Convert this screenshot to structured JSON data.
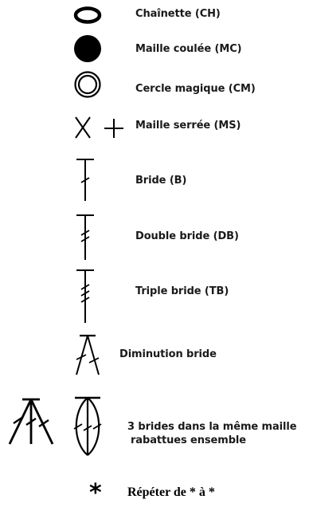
{
  "legend": {
    "items": [
      {
        "symbol": "chain-oval",
        "label": "Chaînette (CH)"
      },
      {
        "symbol": "filled-dot",
        "label": "Maille coulée (MC)"
      },
      {
        "symbol": "magic-ring",
        "label": "Cercle magique (CM)"
      },
      {
        "symbol": "x-and-plus",
        "label": "Maille serrée (MS)"
      },
      {
        "symbol": "t-one-slash",
        "label": "Bride (B)"
      },
      {
        "symbol": "t-two-slashes",
        "label": "Double bride (DB)"
      },
      {
        "symbol": "t-three-slashes",
        "label": "Triple bride (TB)"
      },
      {
        "symbol": "decrease-fan",
        "label": "Diminution bride"
      },
      {
        "symbol": "cluster-three",
        "label_line1": "3 brides dans la même maille",
        "label_line2": "rabattues ensemble"
      }
    ],
    "repeat": {
      "symbol": "asterisk",
      "star": "*",
      "label": "Répéter de * à *"
    }
  }
}
